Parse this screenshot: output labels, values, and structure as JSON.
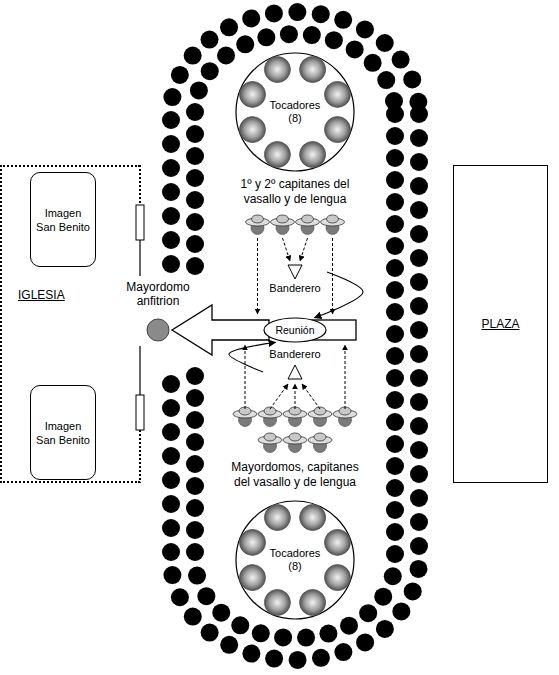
{
  "diagram": {
    "nodes": [
      {
        "text": [
          "IGLESIA"
        ]
      },
      {
        "text": [
          "Imagen San Benito"
        ],
        "in": 0
      },
      {
        "text": [
          "Imagen San Benito"
        ],
        "in": 0
      },
      {
        "text": [
          "Mayordomo anfitrion"
        ]
      },
      {
        "text": [
          "Tocadores (8)"
        ]
      },
      {
        "text": [
          "Banderero"
        ]
      },
      {
        "text": [
          "Reunión"
        ]
      },
      {
        "text": [
          "Banderero"
        ]
      },
      {
        "text": [
          "Tocadores (8)"
        ]
      },
      {
        "text": [
          "PLAZA"
        ]
      }
    ],
    "edges": [
      {
        "from": 6,
        "to": 3,
        "arrow": "to"
      },
      {
        "from": 5,
        "to": 6,
        "arrow": "to"
      },
      {
        "from": 7,
        "to": 6,
        "arrow": "to"
      }
    ],
    "labels": [
      "1º y 2º capitanes del vasallo y de lengua",
      "Mayordomos, capitanes del vasallo y de lengua"
    ]
  }
}
